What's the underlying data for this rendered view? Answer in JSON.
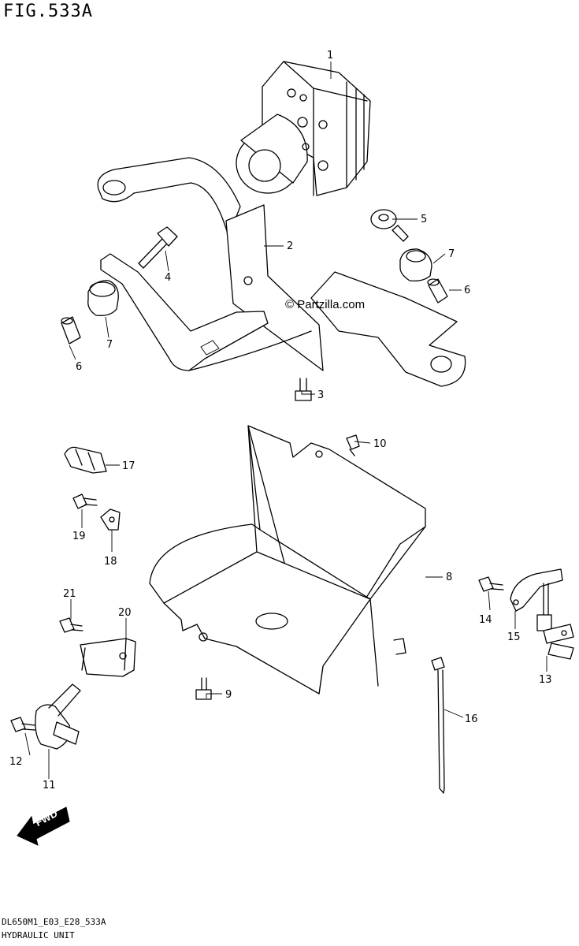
{
  "header": {
    "figure": "FIG.533A"
  },
  "watermark": "© Partzilla.com",
  "fwd_label": "FWD",
  "footer": {
    "code": "DL650M1_E03_E28_533A",
    "name": "HYDRAULIC UNIT"
  },
  "callouts": [
    {
      "id": "c1",
      "label": "1"
    },
    {
      "id": "c2",
      "label": "2"
    },
    {
      "id": "c3",
      "label": "3"
    },
    {
      "id": "c4",
      "label": "4"
    },
    {
      "id": "c5",
      "label": "5"
    },
    {
      "id": "c6a",
      "label": "6"
    },
    {
      "id": "c6b",
      "label": "6"
    },
    {
      "id": "c7a",
      "label": "7"
    },
    {
      "id": "c7b",
      "label": "7"
    },
    {
      "id": "c8",
      "label": "8"
    },
    {
      "id": "c9",
      "label": "9"
    },
    {
      "id": "c10",
      "label": "10"
    },
    {
      "id": "c11",
      "label": "11"
    },
    {
      "id": "c12",
      "label": "12"
    },
    {
      "id": "c13",
      "label": "13"
    },
    {
      "id": "c14",
      "label": "14"
    },
    {
      "id": "c15",
      "label": "15"
    },
    {
      "id": "c16",
      "label": "16"
    },
    {
      "id": "c17",
      "label": "17"
    },
    {
      "id": "c18",
      "label": "18"
    },
    {
      "id": "c19",
      "label": "19"
    },
    {
      "id": "c20",
      "label": "20"
    },
    {
      "id": "c21",
      "label": "21"
    }
  ]
}
